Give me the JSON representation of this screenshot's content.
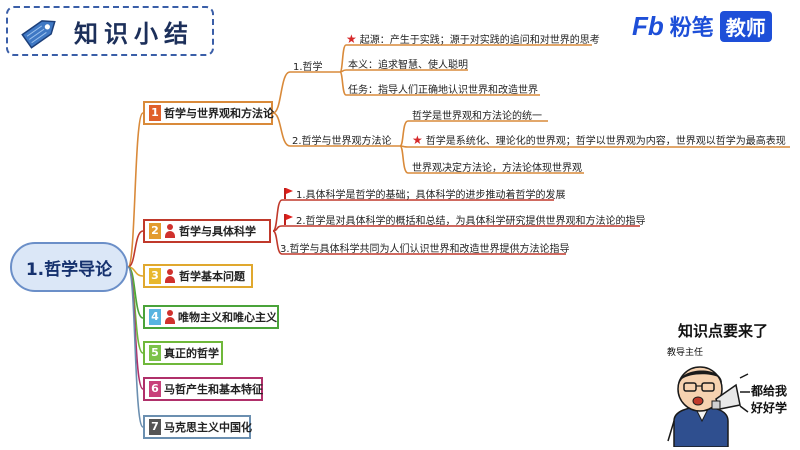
{
  "header": {
    "title": "知识小结"
  },
  "brand": {
    "logo": "Fb",
    "name": "粉笔",
    "tag": "教师"
  },
  "root": {
    "label": "1.哲学导论"
  },
  "branches": [
    {
      "num": "1",
      "label": "哲学与世界观和方法论",
      "color": "#d98a3a",
      "num_color": "#e0602a",
      "has_person": false
    },
    {
      "num": "2",
      "label": "哲学与具体科学",
      "color": "#c0392b",
      "num_color": "#e39b2f",
      "has_person": true
    },
    {
      "num": "3",
      "label": "哲学基本问题",
      "color": "#e0a82e",
      "num_color": "#e8b82e",
      "has_person": true
    },
    {
      "num": "4",
      "label": "唯物主义和唯心主义",
      "color": "#4aa33a",
      "num_color": "#58b4e0",
      "has_person": true
    },
    {
      "num": "5",
      "label": "真正的哲学",
      "color": "#6fb83a",
      "num_color": "#7cc24a",
      "has_person": false
    },
    {
      "num": "6",
      "label": "马哲产生和基本特征",
      "color": "#b0306a",
      "num_color": "#c8407a",
      "has_person": false
    },
    {
      "num": "7",
      "label": "马克思主义中国化",
      "color": "#6b8fb0",
      "num_color": "#555555",
      "has_person": false
    }
  ],
  "branch1": {
    "sub1": {
      "label": "1.哲学",
      "items": [
        "起源：产生于实践；源于对实践的追问和对世界的思考",
        "本义：追求智慧、使人聪明",
        "任务：指导人们正确地认识世界和改造世界"
      ]
    },
    "sub2": {
      "label": "2.哲学与世界观方法论",
      "items": [
        "哲学是世界观和方法论的统一",
        "哲学是系统化、理论化的世界观；哲学以世界观为内容，世界观以哲学为最高表现",
        "世界观决定方法论，方法论体现世界观"
      ]
    }
  },
  "branch2": {
    "items": [
      "1.具体科学是哲学的基础；具体科学的进步推动着哲学的发展",
      "2.哲学是对具体科学的概括和总结，为具体科学研究提供世界观和方法论的指导",
      "3.哲学与具体科学共同为人们认识世界和改造世界提供方法论指导"
    ]
  },
  "mascot": {
    "speech": "知识点要来了",
    "label": "教导主任",
    "shout_line1": "都给我",
    "shout_line2": "好好学"
  }
}
